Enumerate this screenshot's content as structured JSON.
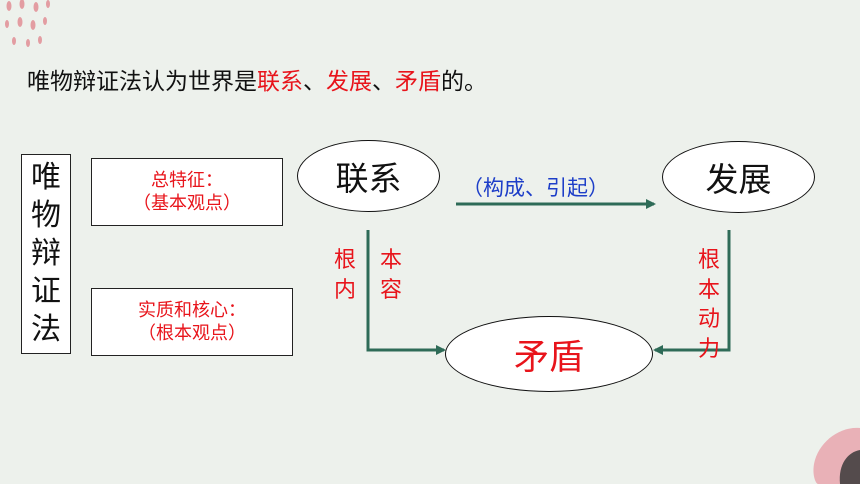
{
  "heading": {
    "prefix": "唯物辩证法认为世界是",
    "w1": "联系",
    "sep1": "、",
    "w2": "发展",
    "sep2": "、",
    "w3": "矛盾",
    "suffix": "的。"
  },
  "sidebar": {
    "chars": [
      "唯",
      "物",
      "辩",
      "证",
      "法"
    ]
  },
  "box1": {
    "line1": "总特征：",
    "line2": "（基本观点）"
  },
  "box2": {
    "line1": "实质和核心：",
    "line2": "（根本观点）"
  },
  "nodes": {
    "lianxi": "联系",
    "fazhan": "发展",
    "maodun": "矛盾"
  },
  "edge_label": "（构成、引起）",
  "col_genne": [
    "根",
    "内"
  ],
  "col_benrong": [
    "本",
    "容"
  ],
  "col_genbendongli": [
    "根",
    "本",
    "动",
    "力"
  ],
  "colors": {
    "arrow": "#2E6B57",
    "red": "#E8141B",
    "blue": "#1D3EC8",
    "decor": "#E07A84"
  }
}
